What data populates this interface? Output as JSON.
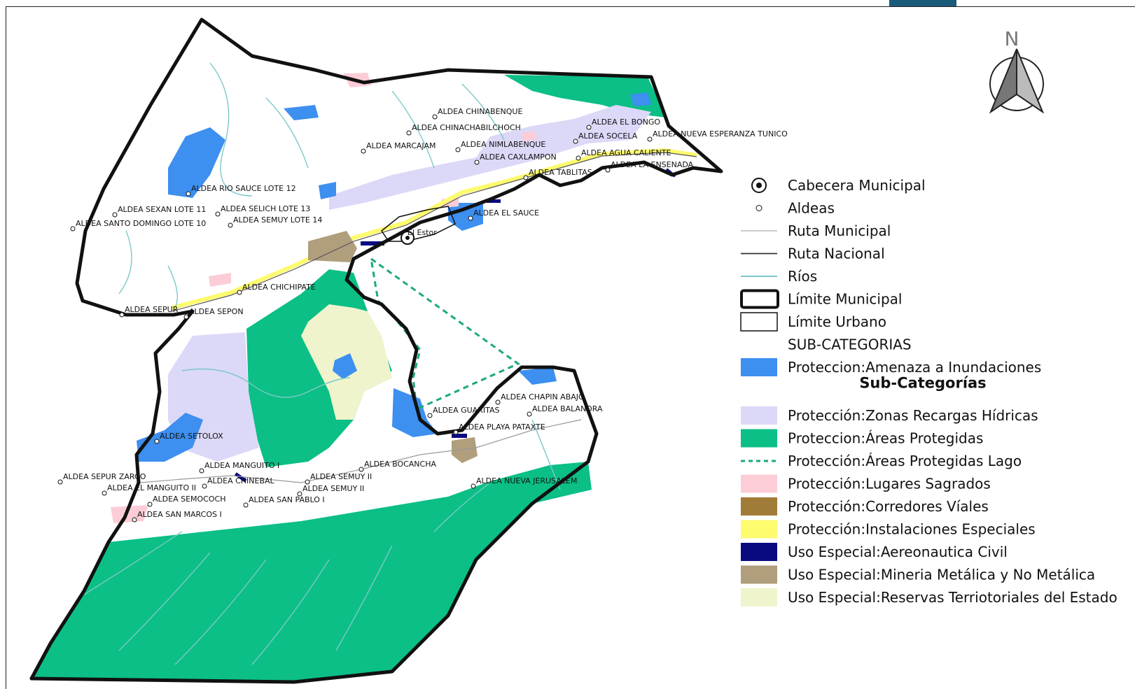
{
  "north_arrow": {
    "letter": "N"
  },
  "town": {
    "label": "El Estor"
  },
  "villages": [
    "ALDEA CHINABENQUE",
    "ALDEA CHINACHABILCHOCH",
    "ALDEA EL BONGO",
    "ALDEA SOCELA",
    "ALDEA NUEVA ESPERANZA TUNICO",
    "ALDEA MARCAJAM",
    "ALDEA NIMLABENQUE",
    "ALDEA CAXLAMPON",
    "ALDEA AGUA CALIENTE",
    "ALDEA LA ENSENADA",
    "ALDEA TABLITAS",
    "ALDEA RIO SAUCE LOTE 12",
    "ALDEA SEXAN LOTE 11",
    "ALDEA SELICH LOTE 13",
    "ALDEA SEMUY LOTE 14",
    "ALDEA SANTO DOMINGO LOTE 10",
    "ALDEA EL SAUCE",
    "ALDEA CHICHIPATE",
    "ALDEA SEPUR",
    "ALDEA SEPON",
    "ALDEA CHAPIN ABAJO",
    "ALDEA GUARITAS",
    "ALDEA BALANDRA",
    "ALDEA PLAYA PATAXTE",
    "ALDEA SETOLOX",
    "ALDEA BOCANCHA",
    "ALDEA MANGUITO I",
    "ALDEA SEPUR ZARCO",
    "ALDEA CHINEBAL",
    "ALDEA SEMUY II",
    "ALDEA EL MANGUITO II",
    "ALDEA SEMUY II",
    "ALDEA NUEVA JERUSALEM",
    "ALDEA SEMOCOCH",
    "ALDEA SAN PABLO I",
    "ALDEA SAN MARCOS I"
  ],
  "legend": {
    "items": [
      {
        "label": "Cabecera Municipal",
        "symbol": "cabecera-icon"
      },
      {
        "label": "Aldeas",
        "symbol": "aldea-icon"
      },
      {
        "label": "Ruta Municipal",
        "symbol": "thin-gray-line",
        "color": "#bbbbbb"
      },
      {
        "label": "Ruta Nacional",
        "symbol": "dark-line",
        "color": "#333333"
      },
      {
        "label": "Ríos",
        "symbol": "river-line",
        "color": "#7cc8c8"
      },
      {
        "label": "Límite Municipal",
        "symbol": "thick-box"
      },
      {
        "label": "Límite Urbano",
        "symbol": "thin-box"
      },
      {
        "label": "SUB-CATEGORIAS",
        "symbol": "none"
      },
      {
        "label": "Proteccion:Amenaza a Inundaciones",
        "symbol": "fill",
        "color": "#3d8ff0"
      }
    ],
    "subcat_heading": "Sub-Categorías",
    "subcategories": [
      {
        "label": "Protección:Zonas Recargas Hídricas",
        "symbol": "fill",
        "color": "#dcd8f8"
      },
      {
        "label": "Proteccion:Áreas Protegidas",
        "symbol": "fill",
        "color": "#0bbf86"
      },
      {
        "label": "Protección:Áreas Protegidas Lago",
        "symbol": "dashed-line",
        "color": "#1aaa78"
      },
      {
        "label": "Protección:Lugares Sagrados",
        "symbol": "fill",
        "color": "#fccdd6"
      },
      {
        "label": "Protección:Corredores Víales",
        "symbol": "fill",
        "color": "#a07c38"
      },
      {
        "label": "Protección:Instalaciones Especiales",
        "symbol": "fill",
        "color": "#fdfb6e"
      },
      {
        "label": "Uso Especial:Aereonautica Civil",
        "symbol": "fill",
        "color": "#0a0a80"
      },
      {
        "label": "Uso Especial:Mineria Metálica y No Metálica",
        "symbol": "fill",
        "color": "#b09e7c"
      },
      {
        "label": "Uso Especial:Reservas Terriotoriales del Estado",
        "symbol": "fill",
        "color": "#eff4cc"
      }
    ]
  }
}
